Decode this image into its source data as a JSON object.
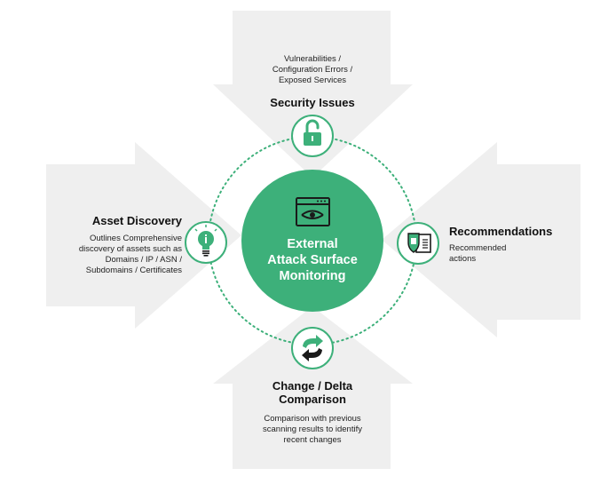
{
  "center": {
    "title_lines": [
      "External",
      "Attack Surface",
      "Monitoring"
    ],
    "icon": "eye-window-icon"
  },
  "sections": {
    "top": {
      "title": "Security Issues",
      "desc_lines": [
        "Vulnerabilities /",
        "Configuration Errors /",
        "Exposed Services"
      ],
      "icon": "unlocked-padlock-icon"
    },
    "left": {
      "title": "Asset Discovery",
      "desc_lines": [
        "Outlines Comprehensive",
        "discovery of assets such as",
        "Domains / IP / ASN /",
        "Subdomains / Certificates"
      ],
      "icon": "lightbulb-icon"
    },
    "right": {
      "title": "Recommendations",
      "desc_lines": [
        "Recommended",
        "actions"
      ],
      "icon": "shield-document-icon"
    },
    "bottom": {
      "title_lines": [
        "Change / Delta",
        "Comparison"
      ],
      "desc_lines": [
        "Comparison with previous",
        "scanning results to identify",
        "recent changes"
      ],
      "icon": "refresh-arrows-icon"
    }
  },
  "colors": {
    "accent_green": "#3db07a",
    "arrow_gray": "#efefef",
    "dotted_ring": "#3db07a",
    "text": "#111111"
  }
}
